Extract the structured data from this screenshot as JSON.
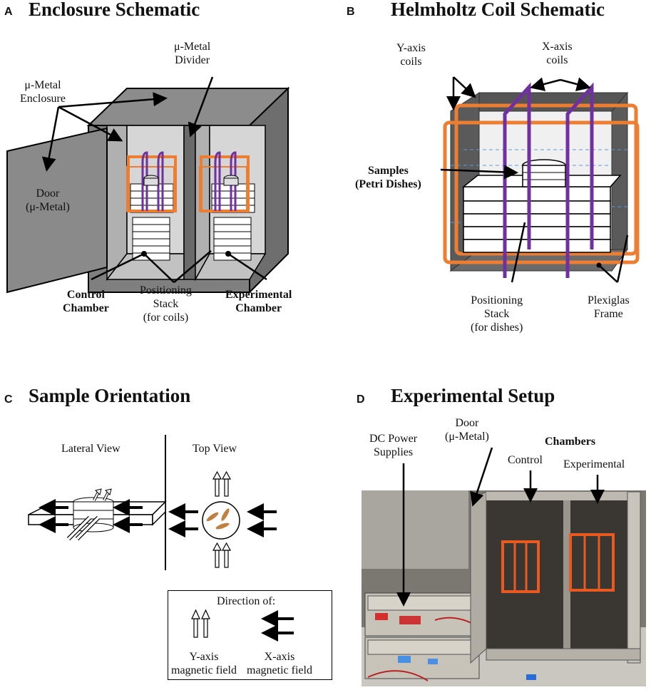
{
  "panelA": {
    "letter": "A",
    "title": "Enclosure Schematic",
    "mu_divider": [
      "μ-Metal",
      "Divider"
    ],
    "mu_enclosure": [
      "μ-Metal",
      "Enclosure"
    ],
    "door": [
      "Door",
      "(μ-Metal)"
    ],
    "control": [
      "Control",
      "Chamber"
    ],
    "positioning": [
      "Positioning",
      "Stack",
      "(for coils)"
    ],
    "experimental": [
      "Experimental",
      "Chamber"
    ]
  },
  "panelB": {
    "letter": "B",
    "title": "Helmholtz Coil Schematic",
    "yaxis": [
      "Y-axis",
      "coils"
    ],
    "xaxis": [
      "X-axis",
      "coils"
    ],
    "samples": [
      "Samples",
      "(Petri Dishes)"
    ],
    "positioning": [
      "Positioning",
      "Stack",
      "(for dishes)"
    ],
    "frame": [
      "Plexiglas",
      "Frame"
    ]
  },
  "panelC": {
    "letter": "C",
    "title": "Sample Orientation",
    "lateral": "Lateral View",
    "top": "Top View",
    "legend_title": "Direction of:",
    "legend_y": [
      "Y-axis",
      "magnetic field"
    ],
    "legend_x": [
      "X-axis",
      "magnetic field"
    ]
  },
  "panelD": {
    "letter": "D",
    "title": "Experimental Setup",
    "dc": [
      "DC Power",
      "Supplies"
    ],
    "door": [
      "Door",
      "(μ-Metal)"
    ],
    "chambers": "Chambers",
    "control": "Control",
    "experimental": "Experimental"
  },
  "colors": {
    "coil_purple": "#7030a0",
    "frame_orange": "#ed7d31",
    "enclosure_gray": "#808080",
    "chamber_light": "#c8c8c8"
  }
}
